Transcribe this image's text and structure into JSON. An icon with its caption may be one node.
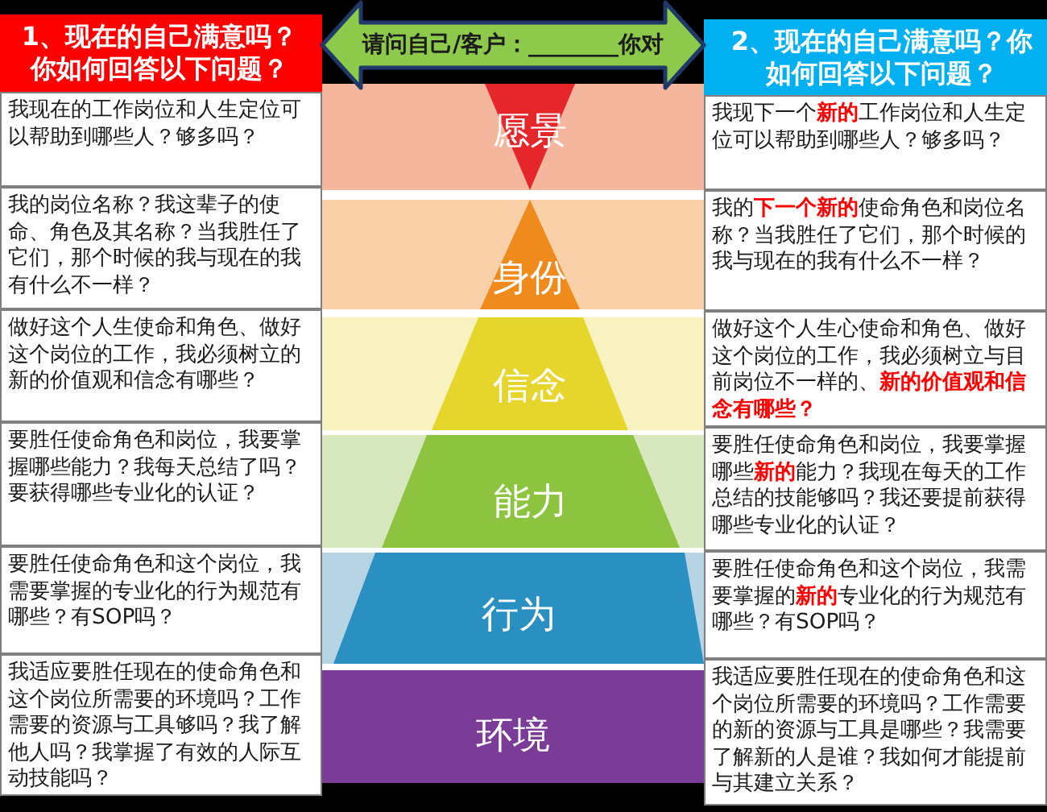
{
  "diagram": {
    "nodes": [
      {
        "text": [
          "1、现在的自己满意吗？你如何回答以下问题？"
        ]
      },
      {
        "text": [
          "2、现在的自己满意吗？你如何回答以下问题？"
        ]
      },
      {
        "text": [
          "我现在的工作岗位和人生定位可以帮助到哪些人？够多吗？"
        ]
      },
      {
        "text": [
          "愿景"
        ]
      },
      {
        "text": [
          "我现下一个**新的**工作岗位和人生定位可以帮助到哪些人？够多吗？"
        ]
      },
      {
        "text": [
          "我的岗位名称？我这辈子的使命、角色及其名称？当我胜任了它们，那个时候的我与现在的我有什么不一样？"
        ]
      },
      {
        "text": [
          "身份"
        ]
      },
      {
        "text": [
          "我的**下一个新的**使命角色和岗位名称？当我胜任了它们，那个时候的我与现在的我有什么不一样？"
        ]
      },
      {
        "text": [
          "做好这个人生使命和角色、做好这个岗位的工作，我必须树立的新的价值观和信念有哪些？"
        ]
      },
      {
        "text": [
          "信念"
        ]
      },
      {
        "text": [
          "做好这个人生心使命和角色、做好这个岗位的工作，我必须树立与目前岗位不一样的、**新的价值观和信念有哪些？**"
        ]
      },
      {
        "text": [
          "要胜任使命角色和岗位，我要掌握哪些能力？我每天总结了吗？要获得哪些专业化的认证？"
        ]
      },
      {
        "text": [
          "能力"
        ]
      },
      {
        "text": [
          "要胜任使命角色和岗位，我要掌握哪些**新的**能力？我现在每天的工作总结的技能够吗？我还要提前获得哪些专业化的认证？"
        ]
      },
      {
        "text": [
          "要胜任使命角色和这个岗位，我需要掌握的专业化的行为规范有哪些？有SOP吗？"
        ]
      },
      {
        "text": [
          "行为"
        ]
      },
      {
        "text": [
          "要胜任使命角色和这个岗位，我需要掌握的**新的**专业化的行为规范有哪些？有SOP吗？"
        ]
      },
      {
        "text": [
          "我适应要胜任现在的使命角色和这个岗位所需要的环境吗？工作需要的资源与工具够吗？我了解他人吗？我掌握了有效的人际互动技能吗？"
        ]
      },
      {
        "text": [
          "环境"
        ]
      },
      {
        "text": [
          "我适应要胜任现在的使命角色和这个岗位所需要的环境吗？工作需要的新的资源与工具是哪些？我需要了解新的人是谁？我如何才能提前与其建立关系？"
        ]
      }
    ],
    "edges": [
      {
        "from": 0,
        "to": 1,
        "arrow": "both",
        "label": "请问自己/客户：________你对"
      }
    ]
  }
}
